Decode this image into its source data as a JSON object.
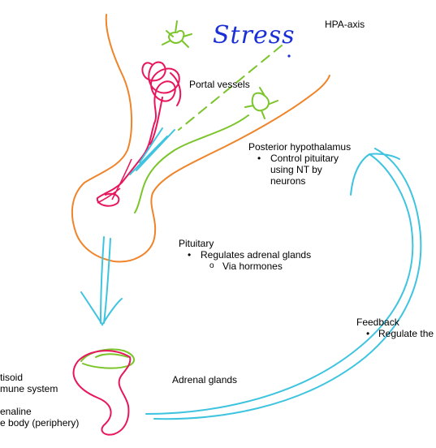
{
  "title": "HPA-axis",
  "handwritten": {
    "stress": "Stress"
  },
  "portal_vessels": "Portal vessels",
  "posterior_hypothalamus": {
    "label": "Posterior hypothalamus",
    "bullet": "Control pituitary using NT by neurons",
    "bullet_line1": "Control pituitary",
    "bullet_line2": "using NT by",
    "bullet_line3": "neurons"
  },
  "pituitary": {
    "label": "Pituitary",
    "bullet": "Regulates adrenal glands",
    "sub_bullet": "Via hormones"
  },
  "feedback": {
    "label": "Feedback",
    "bullet": "Regulate the"
  },
  "adrenal_glands": "Adrenal glands",
  "cortisol": {
    "line1": "tisoid",
    "line2": "mune system"
  },
  "adrenaline": {
    "line1": "enaline",
    "line2": "e body (periphery)"
  },
  "bullet_symbols": {
    "dot": "•",
    "circle": "o"
  },
  "colors": {
    "orange": "#f0842a",
    "pink": "#e8175d",
    "green": "#7bc42a",
    "cyan": "#3fc4e0",
    "blue": "#1a2fd6"
  }
}
